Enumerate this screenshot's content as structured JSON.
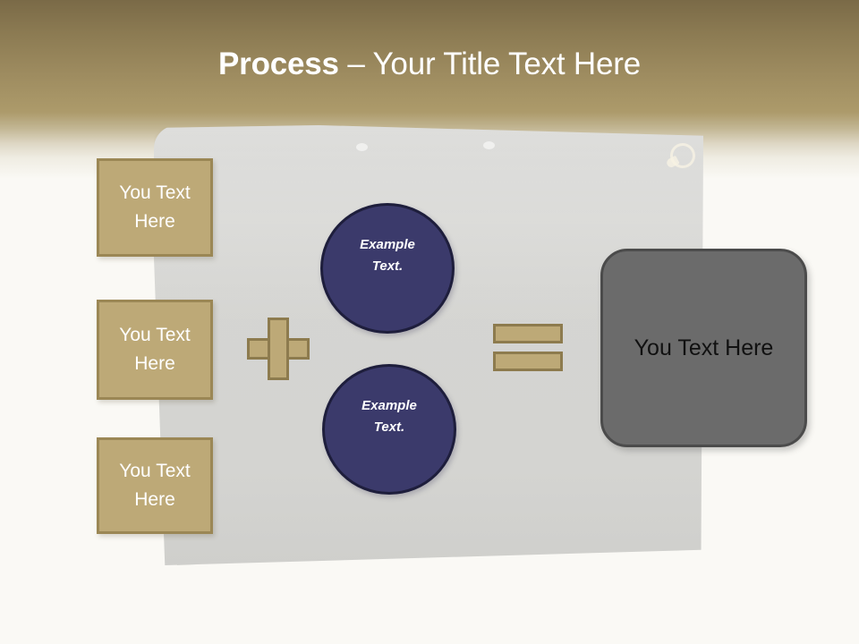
{
  "slide": {
    "title_strong": "Process",
    "title_rest": " – Your Title Text Here",
    "colors": {
      "banner_top": "#7a6a47",
      "banner_bottom": "#ad9b6c",
      "page_background": "#faf9f5",
      "board_gray": "#d4d4d1",
      "tan_fill": "#bda977",
      "tan_border": "#9b8755",
      "navy_fill": "#3b3a6b",
      "navy_border": "#1e1e3c",
      "gray_fill": "#6b6b6b",
      "gray_border": "#4b4b4b",
      "title_text": "#ffffff"
    }
  },
  "inputs": [
    {
      "label": "You Text Here"
    },
    {
      "label": "You Text Here"
    },
    {
      "label": "You Text Here"
    }
  ],
  "operators": {
    "plus": "+",
    "equals": "="
  },
  "circles": [
    {
      "line1": "Example",
      "line2": "Text."
    },
    {
      "line1": "Example",
      "line2": "Text."
    }
  ],
  "result": {
    "label": "You Text Here"
  }
}
